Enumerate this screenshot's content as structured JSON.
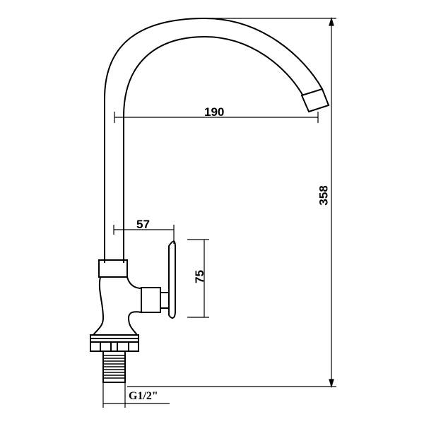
{
  "diagram": {
    "title": "Faucet technical drawing",
    "units": "mm",
    "stroke_color": "#000000",
    "background": "#ffffff",
    "dimensions": {
      "spout_reach": "190",
      "total_height": "358",
      "handle_offset": "57",
      "handle_height": "75",
      "thread_size": "G1/2\""
    }
  }
}
